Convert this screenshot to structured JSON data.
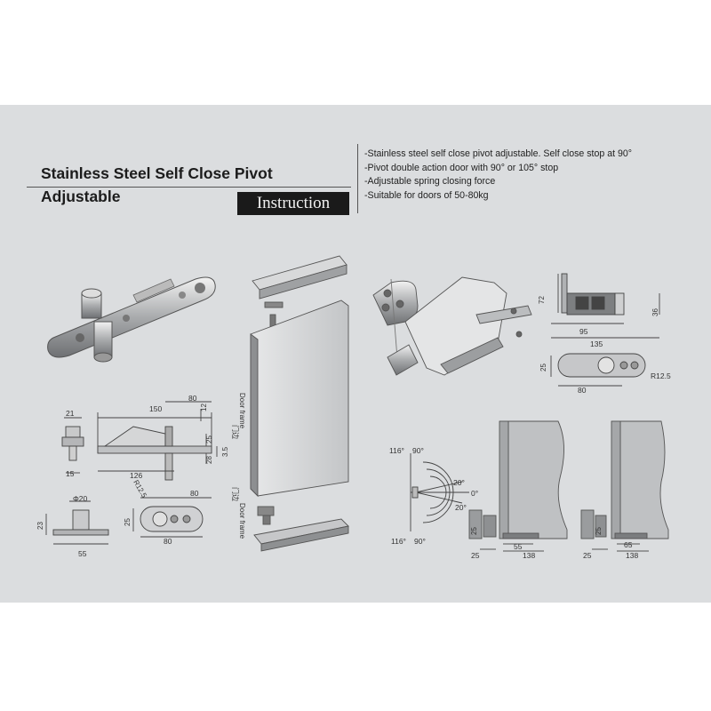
{
  "header": {
    "title_line1": "Stainless Steel Self Close Pivot",
    "title_line2": "Adjustable",
    "instruction_label": "Instruction"
  },
  "specs": [
    "-Stainless steel self close pivot adjustable. Self close stop at 90°",
    "-Pivot double action door with 90° or 105° stop",
    "-Adjustable spring closing force",
    "-Suitable for doors of 50-80kg"
  ],
  "dimensions": {
    "d150": "150",
    "d80a": "80",
    "d12": "12",
    "d25a": "25",
    "d28": "28",
    "d3_5": "3.5",
    "d126": "126",
    "d21": "21",
    "d15": "15",
    "phi20": "Φ20",
    "d23": "23",
    "d55a": "55",
    "r12_5a": "R12.5",
    "d25b": "25",
    "d80b": "80",
    "d80c": "80",
    "d72": "72",
    "d36": "36",
    "d95": "95",
    "d135": "135",
    "d25c": "25",
    "r12_5b": "R12.5",
    "d80d": "80",
    "a116_top": "116°",
    "a90_top": "90°",
    "a20_top": "20°",
    "a0": "0°",
    "a20_bot": "20°",
    "a116_bot": "116°",
    "a90_bot": "90°",
    "d25d": "25",
    "d55b": "55",
    "d138a": "138",
    "d25e": "25",
    "d65": "65",
    "d138b": "138",
    "d25f": "25",
    "d25g": "25"
  },
  "frame_labels": {
    "door_frame_cn": "门边",
    "door_frame_en": "Door frame"
  }
}
